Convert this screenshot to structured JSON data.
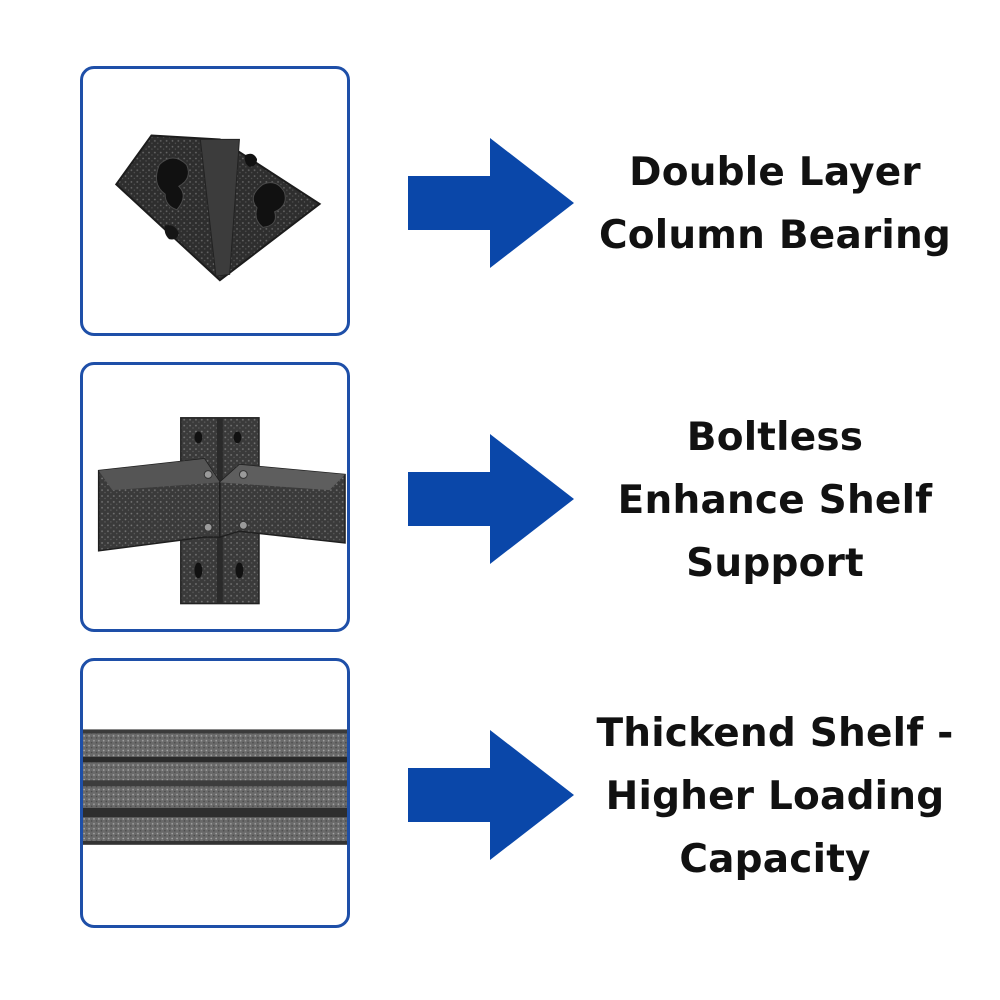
{
  "features": [
    {
      "image": "double-layer-column-bearing-photo",
      "arrow_icon": "arrow-right-icon",
      "caption_lines": "Double Layer\nColumn Bearing"
    },
    {
      "image": "boltless-shelf-support-photo",
      "arrow_icon": "arrow-right-icon",
      "caption_lines": "Boltless\nEnhance Shelf\nSupport"
    },
    {
      "image": "thickened-shelf-edge-photo",
      "arrow_icon": "arrow-right-icon",
      "caption_lines": "Thickend Shelf -\nHigher Loading\nCapacity"
    }
  ],
  "colors": {
    "frame_border": "#1e4fa8",
    "arrow": "#0a47a9",
    "text": "#111111",
    "metal_dark": "#2b2b2b",
    "metal_mid": "#5a5a5a",
    "metal_light": "#8e8e8e"
  }
}
